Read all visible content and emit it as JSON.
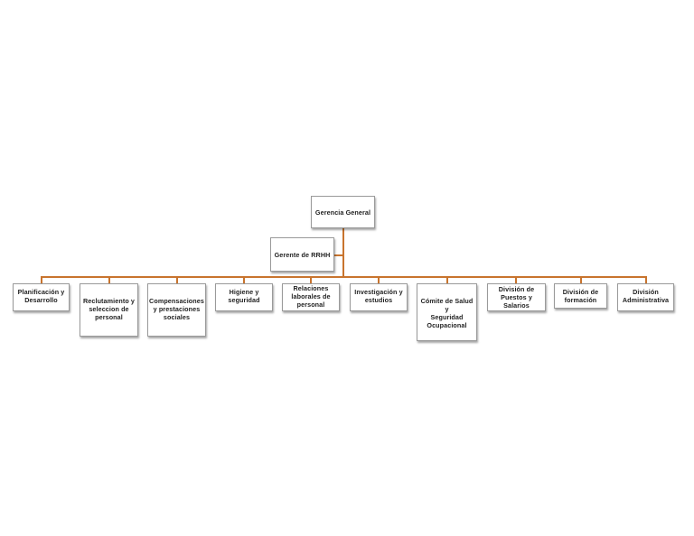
{
  "org_chart": {
    "line_color": "#c8742e",
    "root": {
      "id": "gerencia-general",
      "label": "Gerencia General"
    },
    "assistant": {
      "id": "gerente-rrhh",
      "label": "Gerente de RRHH"
    },
    "departments": [
      {
        "id": "planificacion",
        "label": "Planificación y\nDesarrollo"
      },
      {
        "id": "reclutamiento",
        "label": "Reclutamiento y\nseleccion de\npersonal"
      },
      {
        "id": "compensaciones",
        "label": "Compensaciones\ny prestaciones\nsociales"
      },
      {
        "id": "higiene",
        "label": "Higiene y\nseguridad"
      },
      {
        "id": "relaciones",
        "label": "Relaciones\nlaborales de\npersonal"
      },
      {
        "id": "investigacion",
        "label": "Investigación y\nestudios"
      },
      {
        "id": "comite",
        "label": "Cómite de Salud y\nSeguridad\nOcupacional"
      },
      {
        "id": "division-puestos",
        "label": "División de\nPuestos y\nSalarios"
      },
      {
        "id": "division-formacion",
        "label": "División de\nformación"
      },
      {
        "id": "division-administrativa",
        "label": "División\nAdministrativa"
      }
    ]
  }
}
